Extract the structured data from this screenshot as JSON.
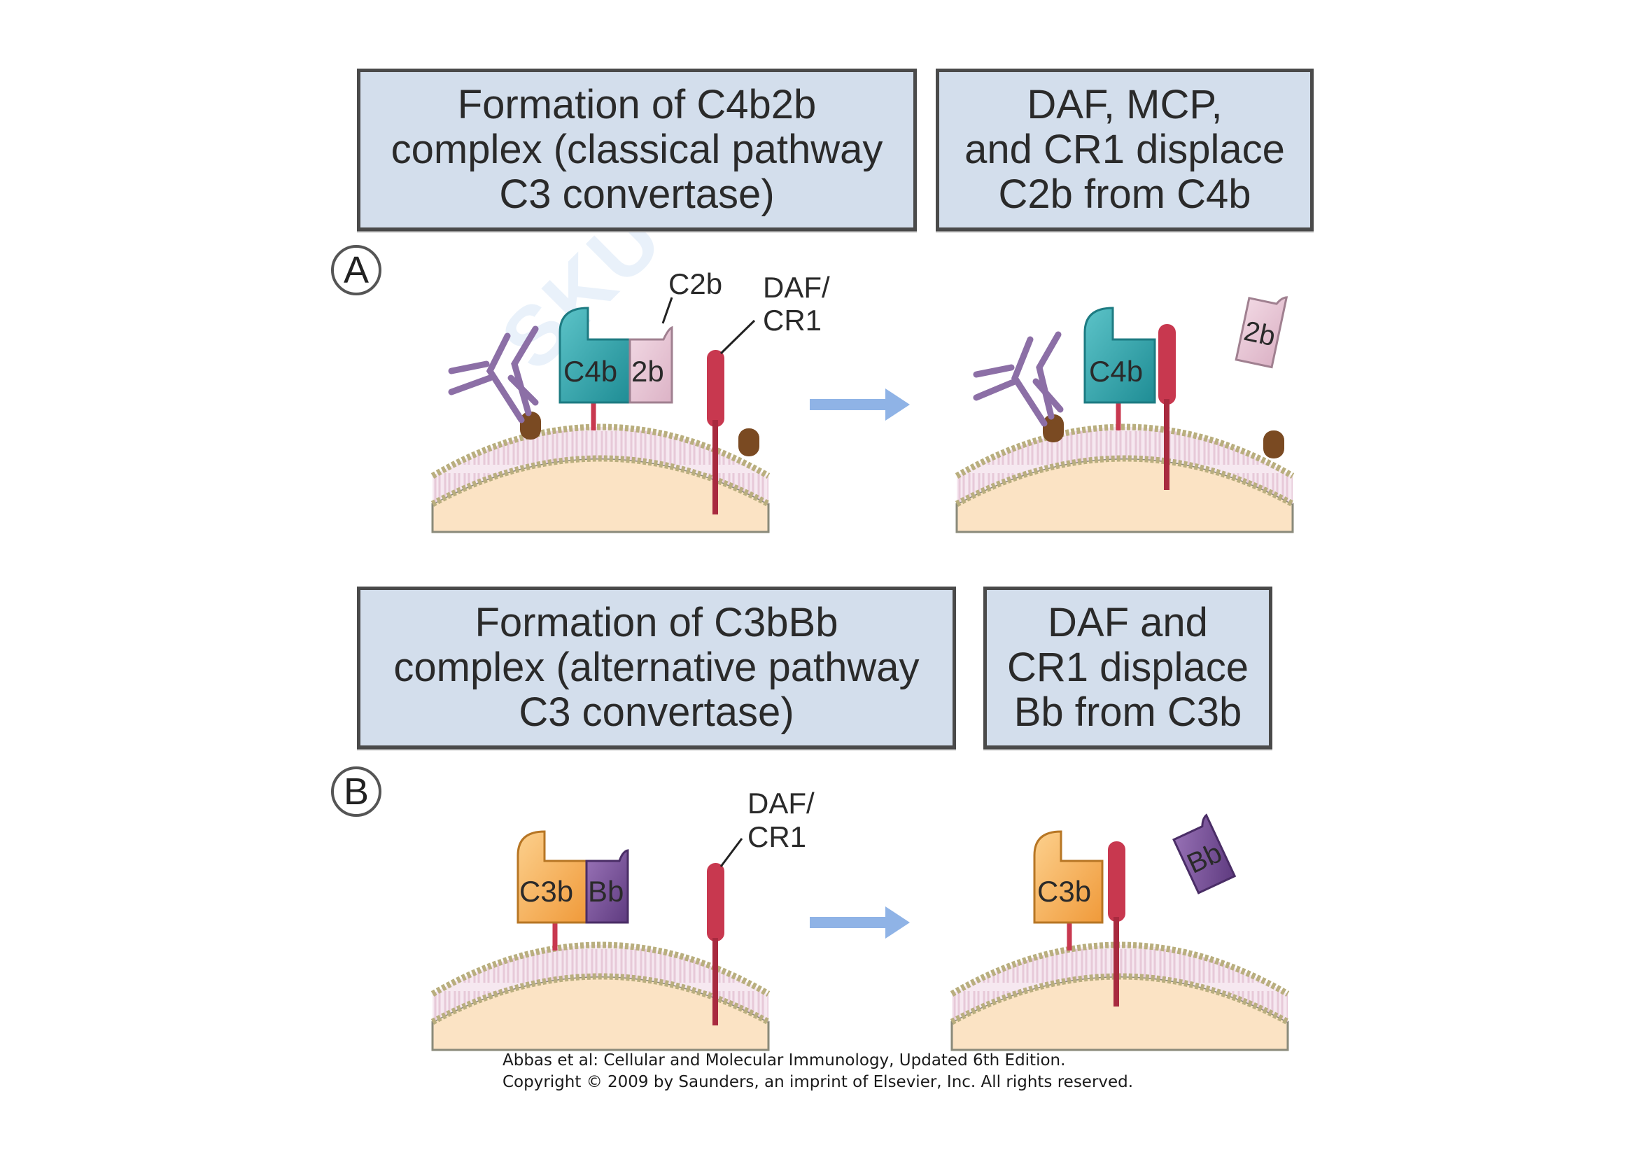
{
  "panel_a": {
    "letter": "A",
    "box_left": "Formation of C4b2b\ncomplex (classical pathway\nC3 convertase)",
    "box_right": "DAF, MCP,\nand CR1 displace\nC2b from C4b",
    "label_c2b": "C2b",
    "label_daf_line1": "DAF/",
    "label_daf_line2": "CR1",
    "protein_main": "C4b",
    "protein_partner": "2b",
    "protein_released": "2b"
  },
  "panel_b": {
    "letter": "B",
    "box_left": "Formation of C3bBb\ncomplex (alternative pathway\nC3 convertase)",
    "box_right": "DAF and\nCR1 displace\nBb from C3b",
    "label_daf_line1": "DAF/",
    "label_daf_line2": "CR1",
    "protein_main": "C3b",
    "protein_partner": "Bb",
    "protein_released": "Bb"
  },
  "credit": {
    "line1": "Abbas et al: Cellular and Molecular Immunology, Updated 6th Edition.",
    "line2": "Copyright © 2009 by Saunders, an imprint of Elsevier, Inc. All rights reserved."
  },
  "watermark": "SKUOLA",
  "colors": {
    "box_fill": "#d3deec",
    "c4b": "#2aa6ad",
    "c2b": "#e8c6d6",
    "c3b": "#f7b45a",
    "bb": "#7a4f9a",
    "daf": "#c8384f",
    "membrane_head": "#b9ae7e",
    "cytoplasm": "#fbe3c4",
    "antibody": "#8c6fa6",
    "antigen": "#7a4a22",
    "arrow": "#8fb3e6"
  }
}
